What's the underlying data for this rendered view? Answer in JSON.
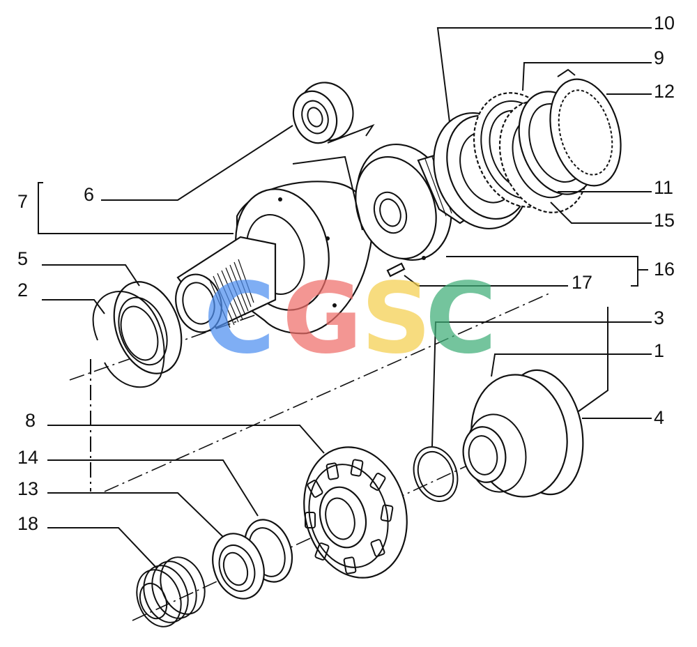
{
  "callouts": {
    "c1": "1",
    "c2": "2",
    "c3": "3",
    "c4": "4",
    "c5": "5",
    "c6": "6",
    "c7": "7",
    "c8": "8",
    "c9": "9",
    "c10": "10",
    "c11": "11",
    "c12": "12",
    "c13": "13",
    "c14": "14",
    "c15": "15",
    "c16": "16",
    "c17": "17",
    "c18": "18"
  },
  "watermark": {
    "letters": [
      "C",
      "G",
      "S",
      "C"
    ],
    "colors": [
      "#4f8ff0",
      "#ef6f6a",
      "#f5cf4f",
      "#3fae78"
    ]
  }
}
